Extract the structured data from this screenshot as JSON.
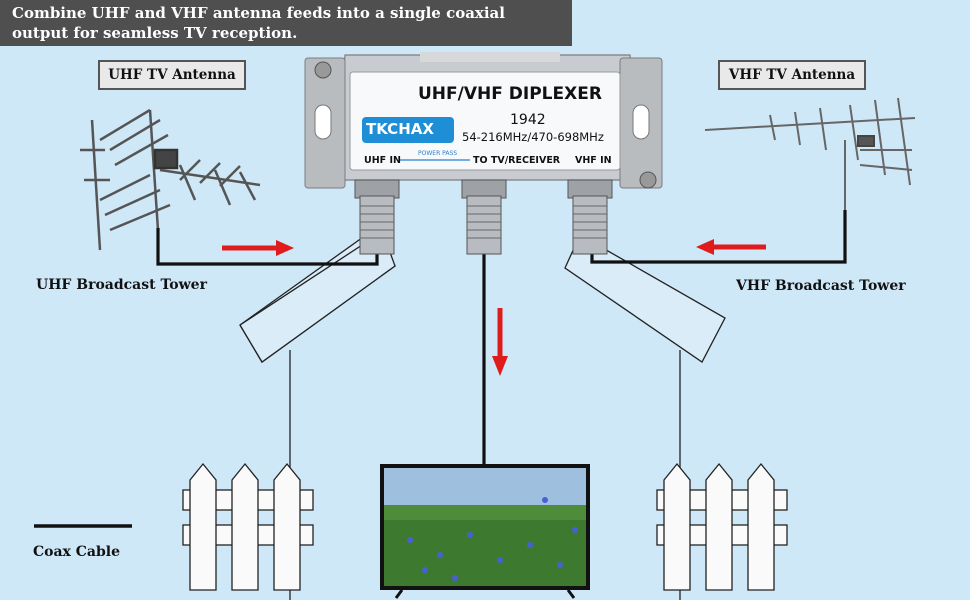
{
  "banner": {
    "line1": "Combine UHF and VHF antenna feeds into a single coaxial",
    "line2": "output for seamless TV reception."
  },
  "uhf_antenna": {
    "label": "UHF TV Antenna",
    "caption": "UHF Broadcast Tower"
  },
  "vhf_antenna": {
    "label": "VHF TV Antenna",
    "caption": "VHF Broadcast Tower"
  },
  "device": {
    "title": "UHF/VHF DIPLEXER",
    "brand": "TKCHAX",
    "model": "1942",
    "freq": "54-216MHz/470-698MHz",
    "port_uhf": "UHF IN",
    "power_pass": "POWER PASS",
    "port_out": "TO TV/RECEIVER",
    "port_vhf": "VHF IN"
  },
  "legend": {
    "label": "Coax Cable"
  },
  "colors": {
    "background": "#cfe8f8",
    "arrow": "#e01b1b",
    "cable": "#111111",
    "brand_badge": "#1e8fd6",
    "banner": "#4f4f4f"
  }
}
